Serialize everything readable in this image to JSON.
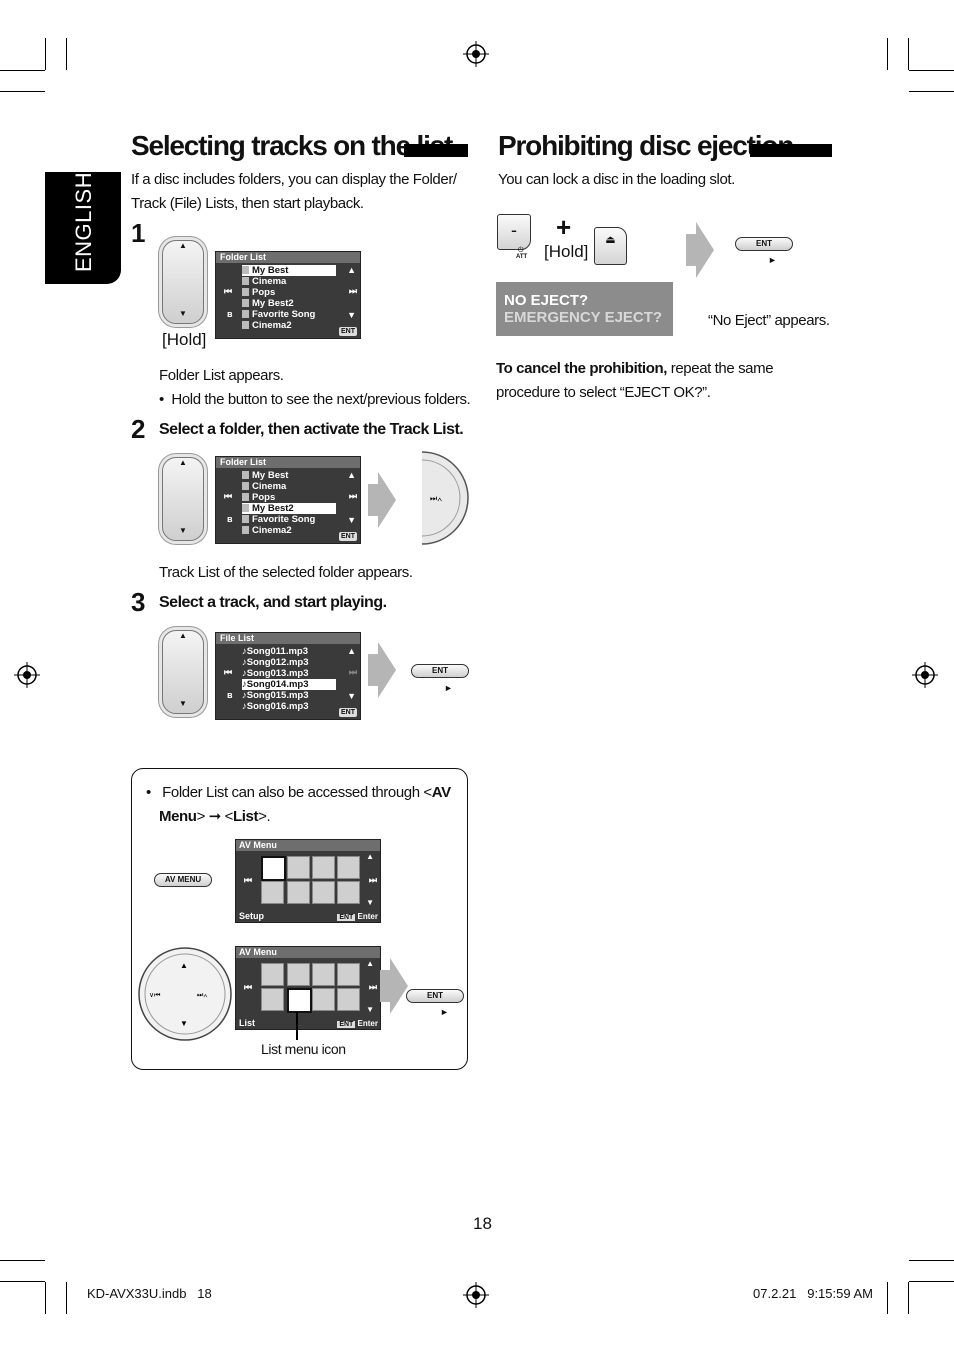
{
  "sidebar": {
    "language": "ENGLISH"
  },
  "left": {
    "title": "Selecting tracks on the list",
    "intro_line1": "If a disc includes folders, you can display the Folder/",
    "intro_line2": "Track (File) Lists, then start playback.",
    "step1": {
      "num": "1",
      "hold": "[Hold]",
      "screen_title": "Folder List",
      "items": [
        "My Best",
        "Cinema",
        "Pops",
        "My Best2",
        "Favorite Song",
        "Cinema2"
      ],
      "result": "Folder List appears.",
      "bullet": "Hold the button to see the next/previous folders."
    },
    "step2": {
      "num": "2",
      "label": "Select a folder, then activate the Track List.",
      "screen_title": "Folder List",
      "items": [
        "My Best",
        "Cinema",
        "Pops",
        "My Best2",
        "Favorite Song",
        "Cinema2"
      ],
      "result": "Track List of the selected folder appears."
    },
    "step3": {
      "num": "3",
      "label": "Select a track, and start playing.",
      "screen_title": "File List",
      "items": [
        "♪Song011.mp3",
        "♪Song012.mp3",
        "♪Song013.mp3",
        "♪Song014.mp3",
        "♪Song015.mp3",
        "♪Song016.mp3"
      ]
    },
    "ent_label": "ENT",
    "note": {
      "text_a": "Folder List can also be accessed through <",
      "text_av": "AV",
      "text_menu": "Menu",
      "text_b": "> ",
      "text_arrow": "➞",
      "text_c": " <",
      "text_list": "List",
      "text_d": ">.",
      "av_menu_button": "AV MENU",
      "screen1_title": "AV Menu",
      "screen1_footer": "Setup",
      "screen2_title": "AV Menu",
      "screen2_footer": "List",
      "enter_label": "Enter",
      "callout": "List menu icon"
    }
  },
  "right": {
    "title": "Prohibiting disc ejection",
    "intro": "You can lock a disc in the loading slot.",
    "plus": "+",
    "hold": "[Hold]",
    "att_label": "ATT",
    "status_line1": "NO EJECT?",
    "status_line2": "EMERGENCY EJECT?",
    "appears": "“No Eject” appears.",
    "cancel_bold": "To cancel the prohibition,",
    "cancel_rest": " repeat the same",
    "cancel_line2": "procedure to select “EJECT OK?”."
  },
  "footer": {
    "page_number": "18",
    "file": "KD-AVX33U.indb   18",
    "timestamp": "07.2.21   9:15:59 AM"
  }
}
